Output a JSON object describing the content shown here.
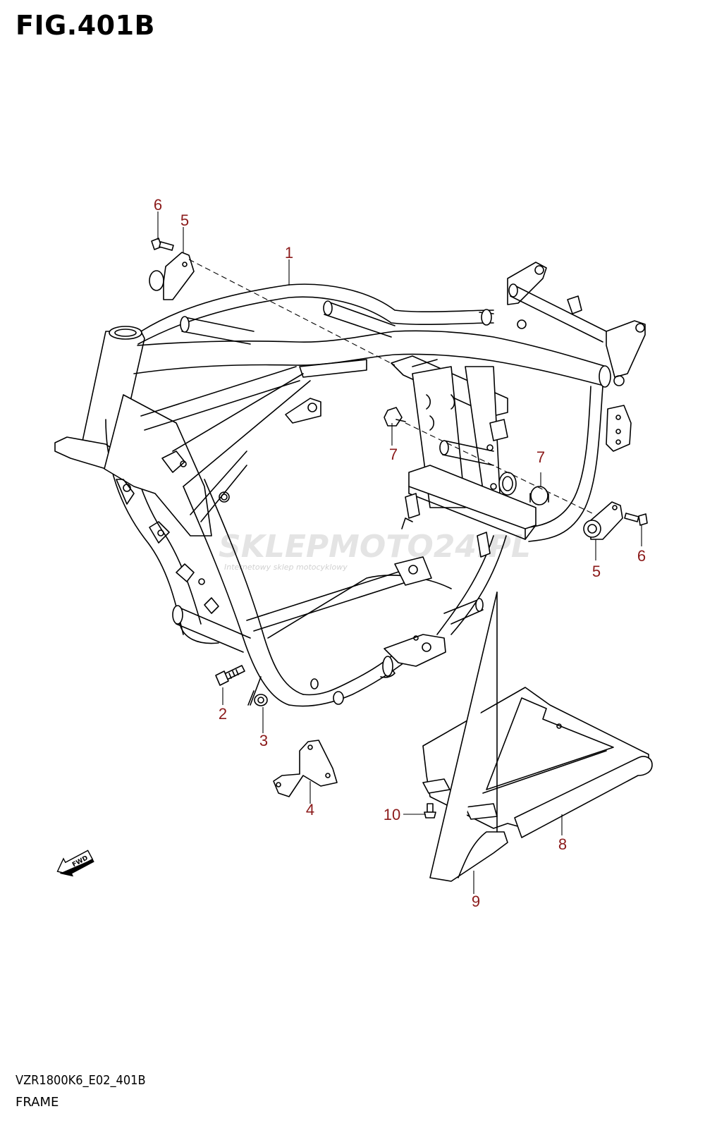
{
  "figure_title": "FIG.401B",
  "footer": {
    "model_code": "VZR1800K6_E02_401B",
    "section_name": "FRAME"
  },
  "watermark": {
    "brand": "SKLEPMOTO24.PL",
    "tagline": "Internetowy sklep motocyklowy"
  },
  "direction_badge": "FWD",
  "callouts": [
    {
      "id": "c1",
      "label": "1"
    },
    {
      "id": "c2",
      "label": "2"
    },
    {
      "id": "c3",
      "label": "3"
    },
    {
      "id": "c4",
      "label": "4"
    },
    {
      "id": "c5a",
      "label": "5"
    },
    {
      "id": "c5b",
      "label": "5"
    },
    {
      "id": "c6a",
      "label": "6"
    },
    {
      "id": "c6b",
      "label": "6"
    },
    {
      "id": "c7a",
      "label": "7"
    },
    {
      "id": "c7b",
      "label": "7"
    },
    {
      "id": "c8",
      "label": "8"
    },
    {
      "id": "c9",
      "label": "9"
    },
    {
      "id": "c10",
      "label": "10"
    }
  ],
  "colors": {
    "line": "#000000",
    "callout": "#8b1a1a",
    "background": "#ffffff"
  }
}
